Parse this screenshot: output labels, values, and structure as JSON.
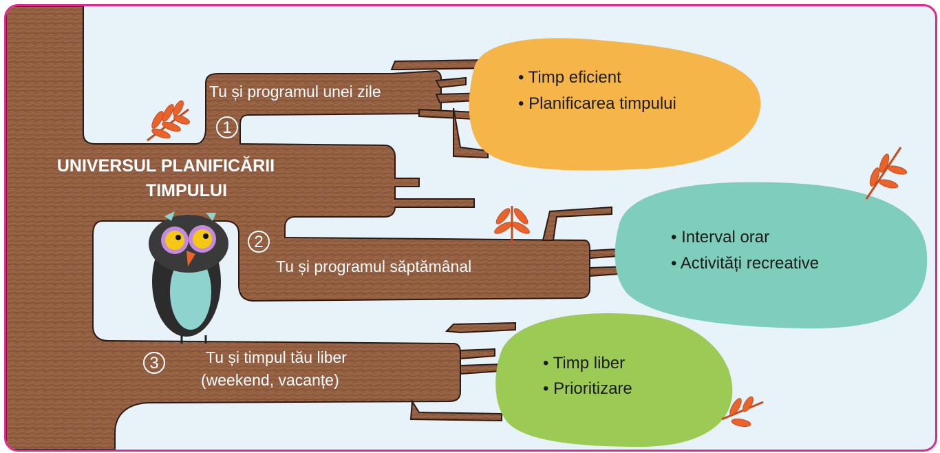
{
  "title": {
    "line1": "UNIVERSUL PLANIFICĂRII",
    "line2": "TIMPULUI"
  },
  "branches": [
    {
      "number": "1",
      "label_lines": [
        "Tu și programul unei zile"
      ],
      "bubble_color": "#f6b549",
      "items": [
        "• Timp eficient",
        "• Planificarea timpului"
      ]
    },
    {
      "number": "2",
      "label_lines": [
        "Tu și programul săptămânal"
      ],
      "bubble_color": "#7fcdbb",
      "items": [
        "• Interval orar",
        "• Activități recreative"
      ]
    },
    {
      "number": "3",
      "label_lines": [
        "Tu și timpul tău liber",
        "(weekend, vacanțe)"
      ],
      "bubble_color": "#9ccb55",
      "items": [
        "• Timp liber",
        "• Prioritizare"
      ]
    }
  ],
  "colors": {
    "frame_border": "#e2288f",
    "background": "#e7f3f9",
    "tree_bark": "#8f5b3e",
    "leaf": "#e8642c",
    "owl_body": "#2c2c2c",
    "owl_belly": "#8fd3cf"
  },
  "decorations": [
    "tree-trunk",
    "owl-illustration",
    "leaf-sprig"
  ]
}
